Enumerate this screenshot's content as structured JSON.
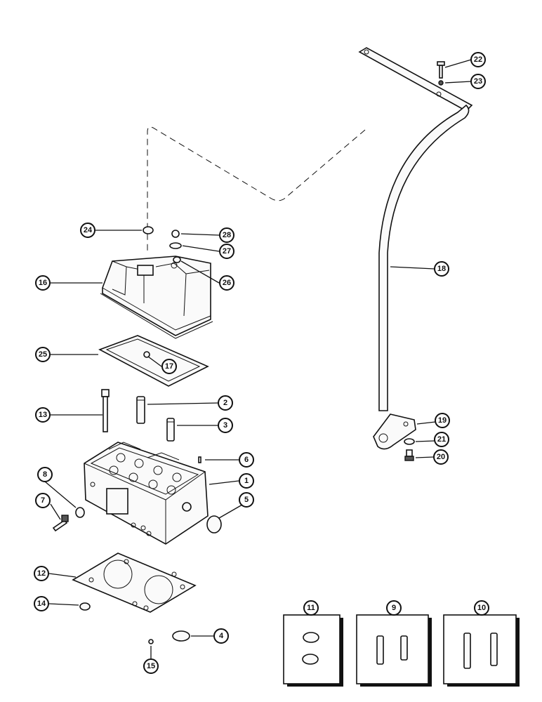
{
  "callouts": {
    "c1": "1",
    "c2": "2",
    "c3": "3",
    "c4": "4",
    "c5": "5",
    "c6": "6",
    "c7": "7",
    "c8": "8",
    "c9": "9",
    "c10": "10",
    "c11": "11",
    "c12": "12",
    "c13": "13",
    "c14": "14",
    "c15": "15",
    "c16": "16",
    "c17": "17",
    "c18": "18",
    "c19": "19",
    "c20": "20",
    "c21": "21",
    "c22": "22",
    "c23": "23",
    "c24": "24",
    "c25": "25",
    "c26": "26",
    "c27": "27",
    "c28": "28"
  }
}
